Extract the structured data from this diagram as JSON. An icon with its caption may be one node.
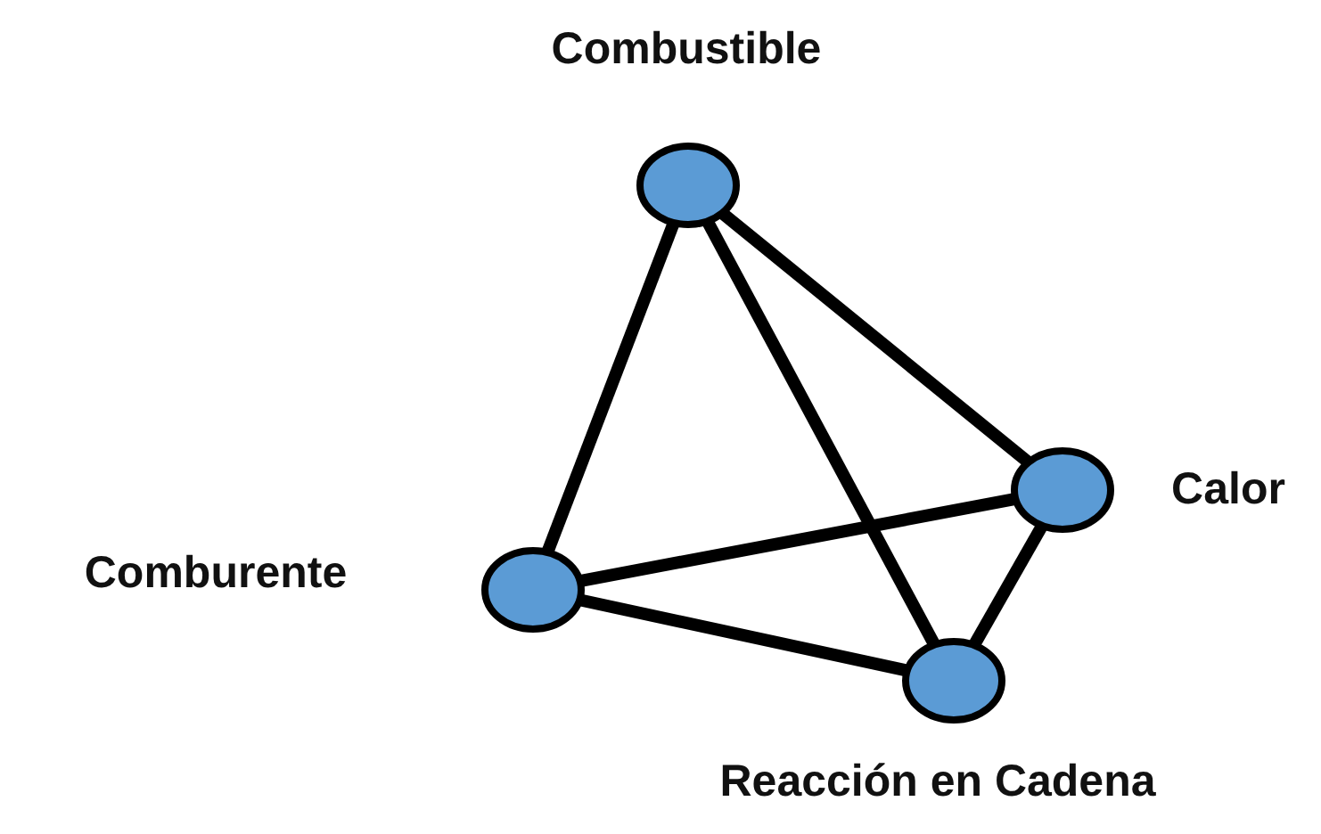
{
  "diagram": {
    "nodes": [
      {
        "text": [],
        "shape": "circle",
        "beside": [
          "Combustible"
        ]
      },
      {
        "text": [],
        "shape": "circle",
        "beside": [
          "Calor"
        ]
      },
      {
        "text": [],
        "shape": "circle",
        "beside": [
          "Comburente"
        ]
      },
      {
        "text": [],
        "shape": "circle",
        "beside": [
          "Reacción en Cadena"
        ]
      }
    ],
    "edges": [
      {
        "from": 0,
        "to": 2,
        "arrow": "none"
      },
      {
        "from": 0,
        "to": 1,
        "arrow": "none"
      },
      {
        "from": 0,
        "to": 3,
        "arrow": "none"
      },
      {
        "from": 2,
        "to": 1,
        "arrow": "none"
      },
      {
        "from": 2,
        "to": 3,
        "arrow": "none"
      },
      {
        "from": 1,
        "to": 3,
        "arrow": "none"
      }
    ]
  }
}
